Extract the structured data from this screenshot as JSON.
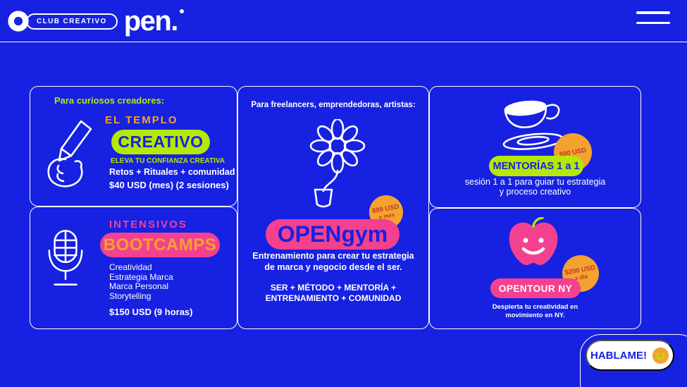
{
  "colors": {
    "background": "#1721E1",
    "lime": "#B5E903",
    "orange": "#F4A22F",
    "pink": "#F4418F",
    "badgeText": "#BE3A28"
  },
  "header": {
    "logo_badge": "CLUB CREATIVO",
    "logo_word": "pen."
  },
  "icons": [
    "club-logo-mark",
    "hamburger-menu",
    "hand-pencil",
    "microphone",
    "flower-cup",
    "coffee-cup",
    "apple-smiley",
    "smiley"
  ],
  "cards": {
    "templo": {
      "heading": "Para curiosos creadores:",
      "eyebrow": "EL TEMPLO",
      "pill": "CREATIVO",
      "tagline": "ELEVA TU CONFIANZA CREATIVA",
      "line1": "Retos + Rituales + comunidad",
      "line2": "$40 USD (mes) (2 sesiones)"
    },
    "bootcamps": {
      "eyebrow": "INTENSIVOS",
      "pill": "BOOTCAMPS",
      "items": [
        "Creatividad",
        "Estrategia Marca",
        "Marca Personal",
        "Storytelling"
      ],
      "price": "$150 USD (9 horas)"
    },
    "opengym": {
      "heading": "Para freelancers, emprendedoras, artistas:",
      "badge_price": "$99 USD",
      "badge_period": "x mes",
      "pill": "OPENgym",
      "desc1": "Entrenamiento para crear tu estrategia",
      "desc2": "de marca y negocio desde el ser.",
      "formula1": "SER + MÉTODO + MENTORÍA +",
      "formula2": "ENTRENAMIENTO + COMUNIDAD"
    },
    "mentorias": {
      "badge_price": "$90 USD",
      "pill": "MENTORÍAS 1 a 1",
      "desc1": "sesión 1 a 1 para guiar tu estrategia",
      "desc2": "y proceso creativo"
    },
    "opentour": {
      "badge_price": "$200 USD",
      "badge_period": "x día",
      "pill": "OPENTOUR NY",
      "desc1": "Despierta tu creatividad en",
      "desc2": "movimiento en NY."
    }
  },
  "cta": {
    "label": "HABLAME!"
  }
}
